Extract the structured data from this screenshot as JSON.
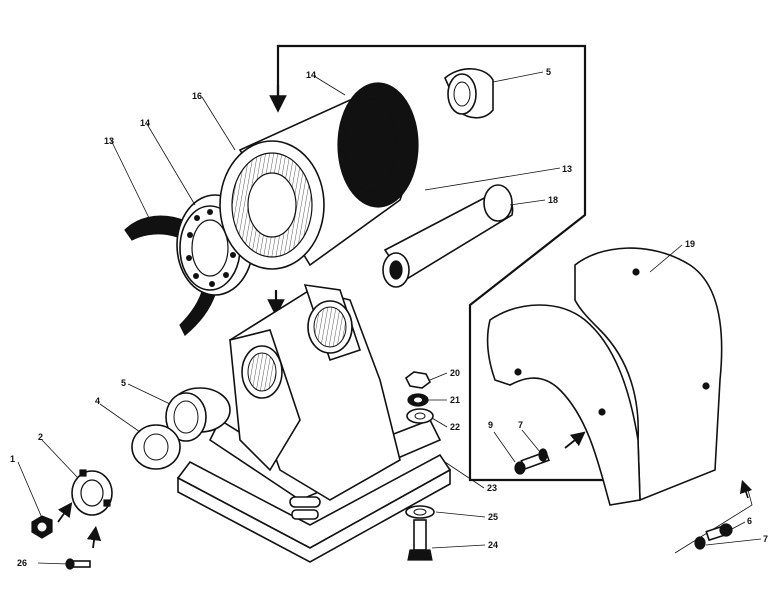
{
  "callouts": {
    "c1": "1",
    "c2": "2",
    "c4": "4",
    "c5a": "5",
    "c5b": "5",
    "c6": "6",
    "c7a": "7",
    "c7b": "7",
    "c9": "9",
    "c13a": "13",
    "c13b": "13",
    "c14a": "14",
    "c14b": "14",
    "c16": "16",
    "c18": "18",
    "c19": "19",
    "c20": "20",
    "c21": "21",
    "c22": "22",
    "c23": "23",
    "c24": "24",
    "c25": "25",
    "c26": "26"
  },
  "colors": {
    "ink": "#111111",
    "paper": "#ffffff"
  }
}
